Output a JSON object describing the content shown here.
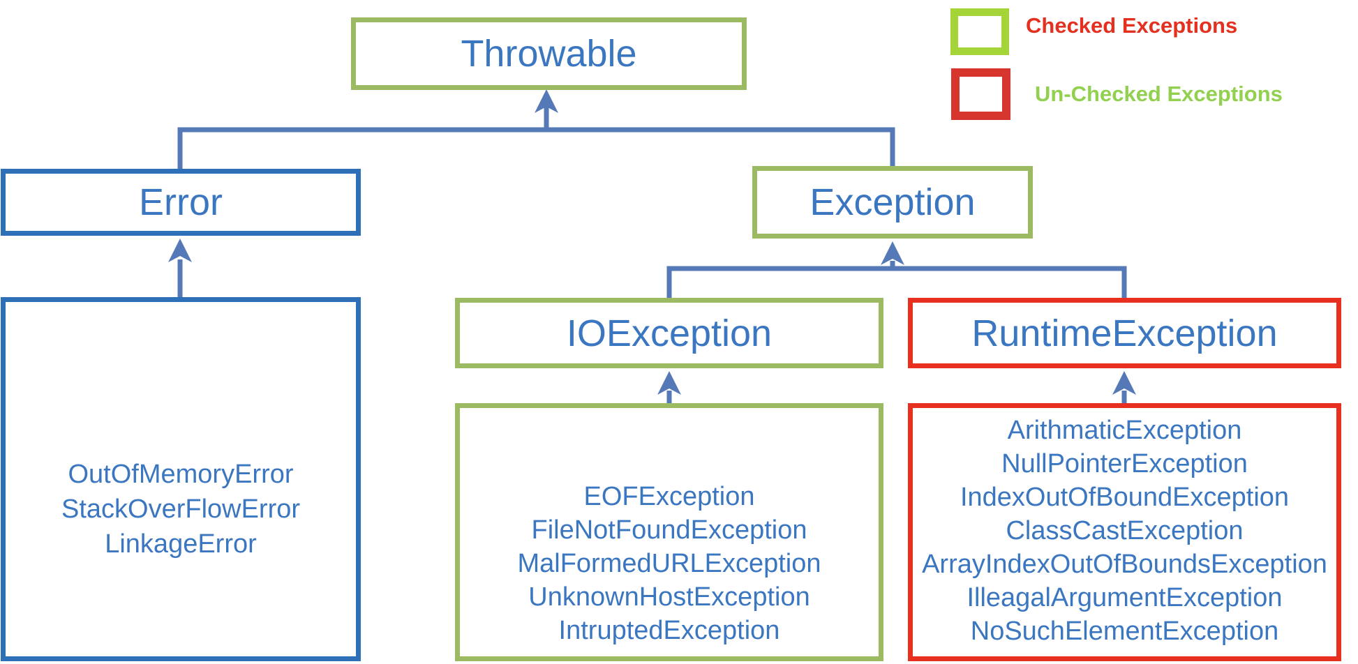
{
  "nodes": {
    "throwable": "Throwable",
    "error": "Error",
    "exception": "Exception",
    "io_exception": "IOException",
    "runtime_exception": "RuntimeException"
  },
  "error_subtypes": [
    "OutOfMemoryError",
    "StackOverFlowError",
    "LinkageError"
  ],
  "io_subtypes": [
    "EOFException",
    "FileNotFoundException",
    "MalFormedURLException",
    "UnknownHostException",
    "IntruptedException"
  ],
  "runtime_subtypes": [
    "ArithmaticException",
    "NullPointerException",
    "IndexOutOfBoundException",
    "ClassCastException",
    "ArrayIndexOutOfBoundsException",
    "IlleagalArgumentException",
    "NoSuchElementException"
  ],
  "legend": {
    "checked_label": "Checked Exceptions",
    "unchecked_label": "Un-Checked Exceptions"
  },
  "colors": {
    "node_text_blue": "#3B76C0",
    "green_box_border": "#9CBA62",
    "blue_box_border": "#2E70B8",
    "red_box_border": "#E7301F",
    "connector_blue": "#5579B7",
    "legend_checked_swatch": "#A5D438",
    "legend_checked_text": "#E3301F",
    "legend_unchecked_swatch": "#D6362E",
    "legend_unchecked_text": "#92D050"
  }
}
